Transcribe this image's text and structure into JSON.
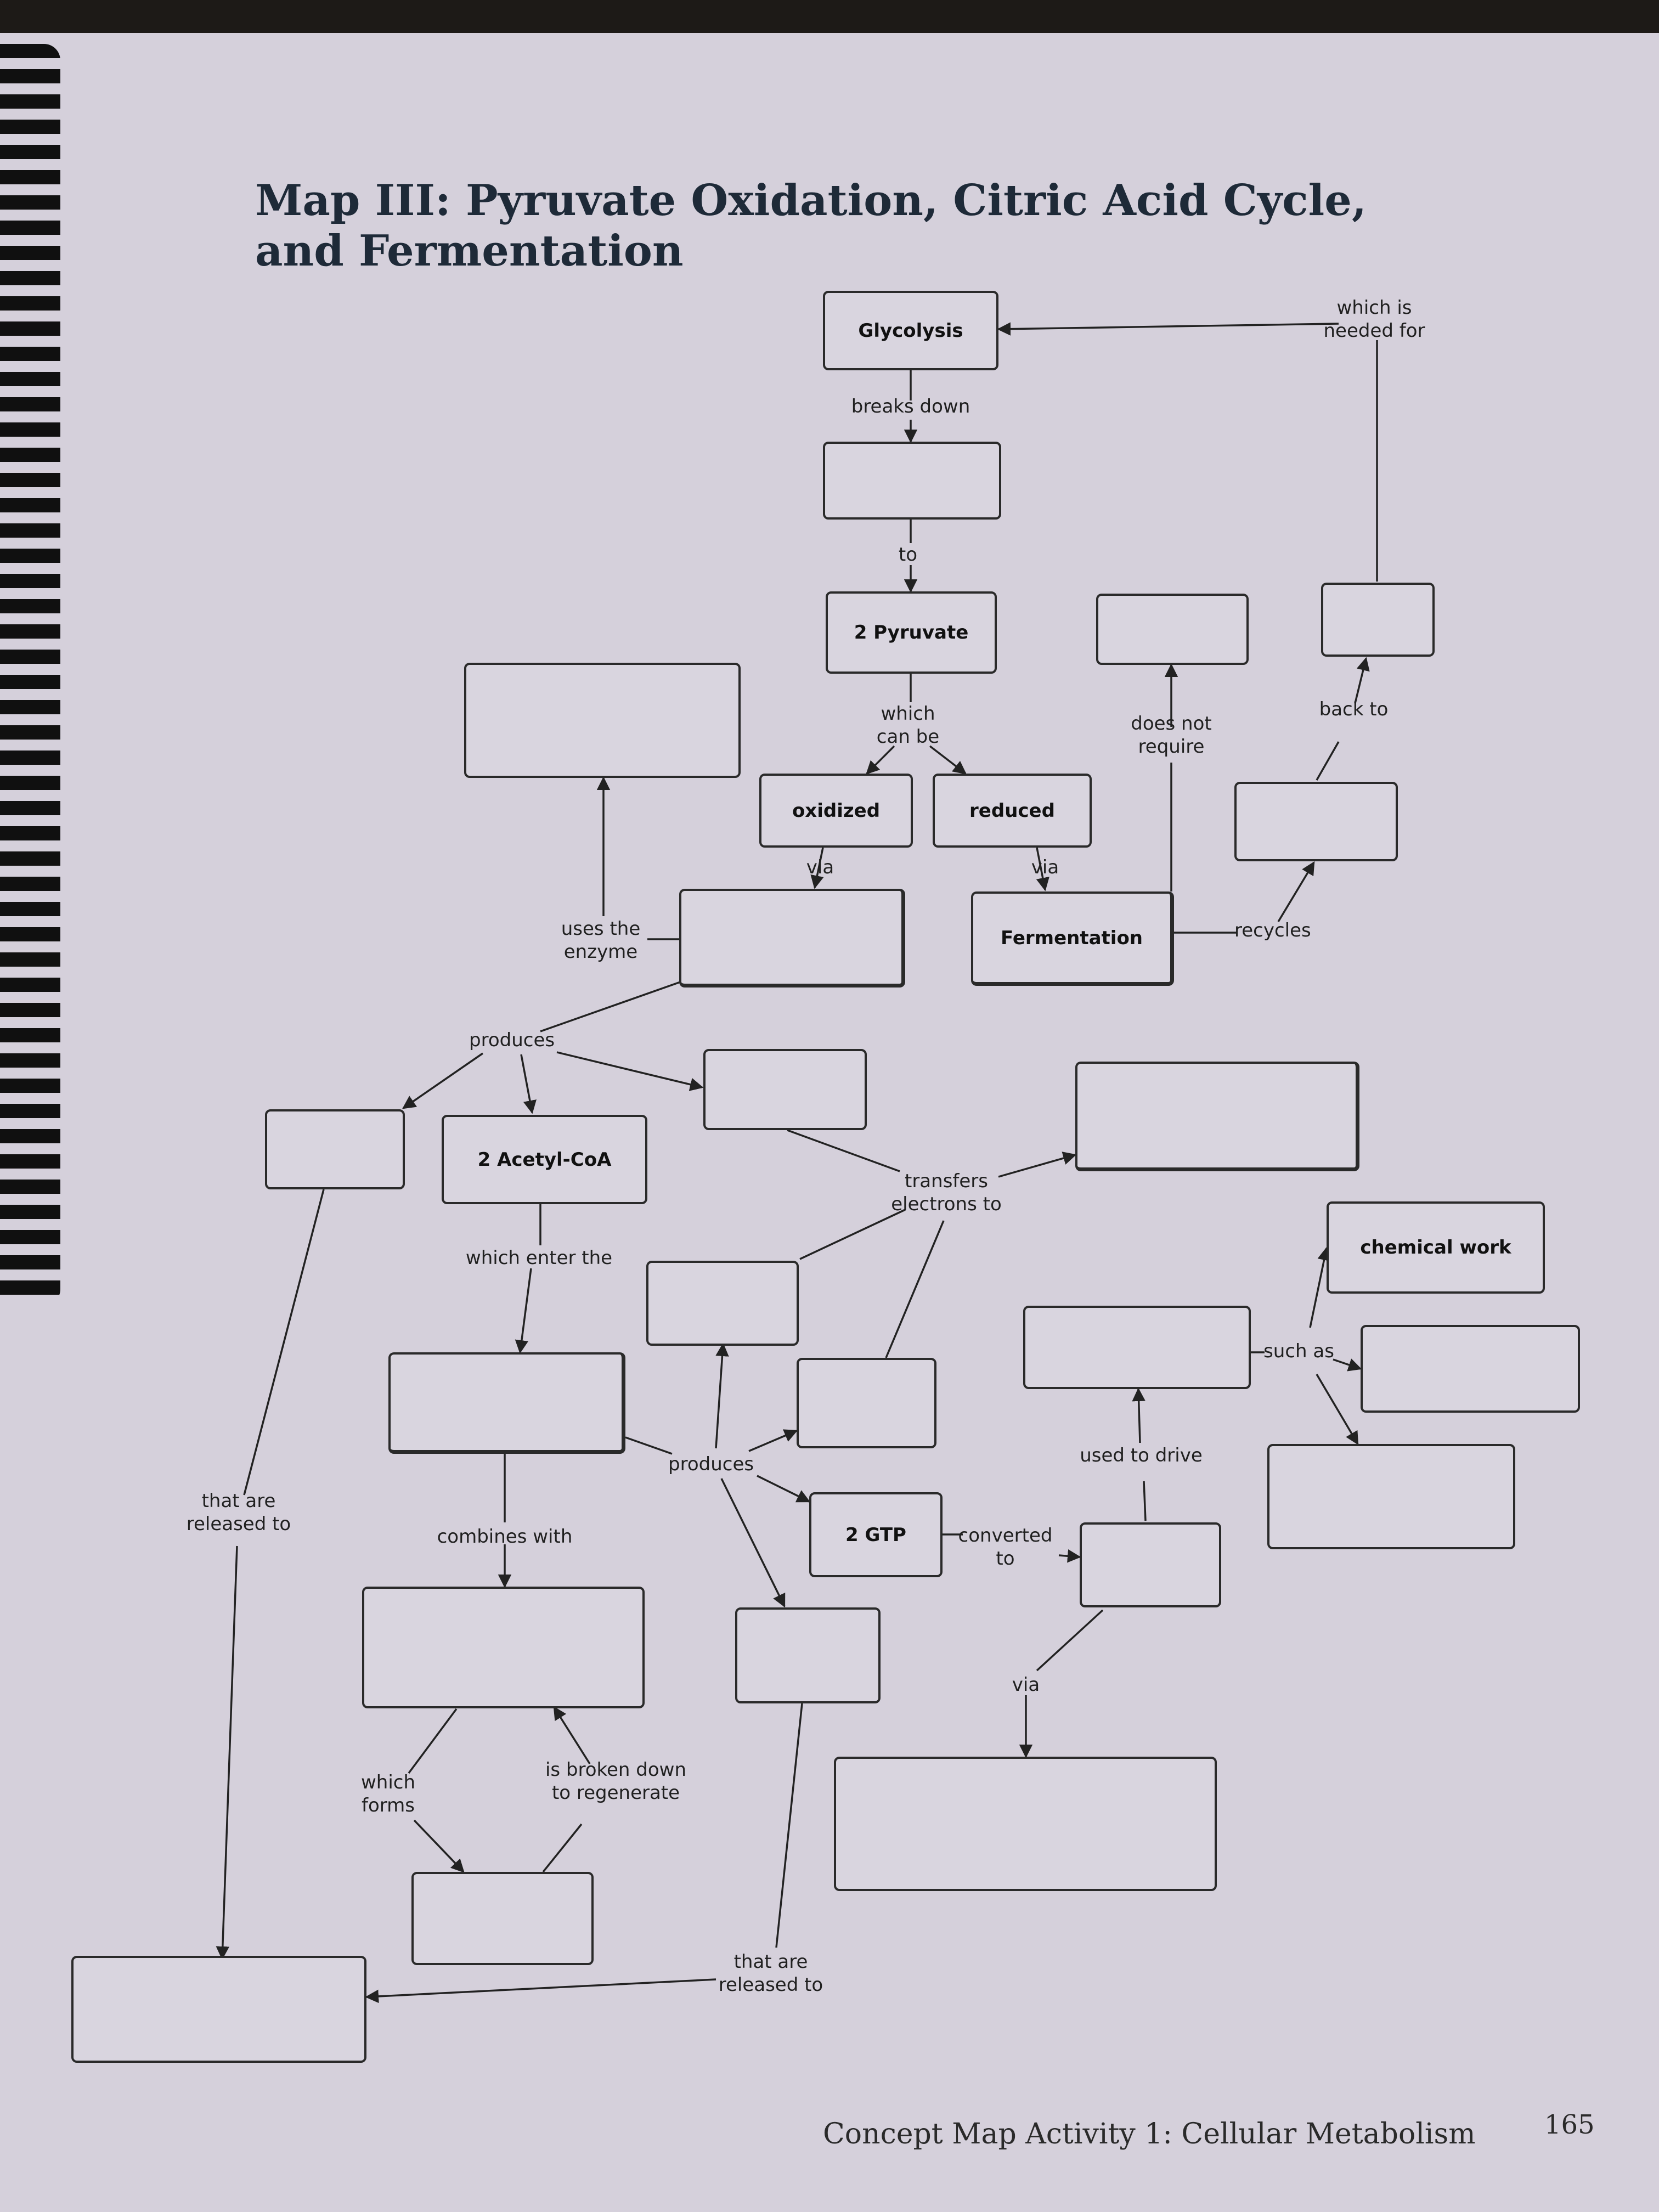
{
  "title": "Map III: Pyruvate Oxidation, Citric Acid Cycle, and Fermentation",
  "nodes": {
    "glycolysis": "Glycolysis",
    "pyruvate": "2  Pyruvate",
    "oxidized": "oxidized",
    "reduced": "reduced",
    "fermentation": "Fermentation",
    "acetyl_coa": "2  Acetyl-CoA",
    "gtp": "2 GTP",
    "chemical_work": "chemical work"
  },
  "links": {
    "which_is_needed_for": "which is\nneeded for",
    "breaks_down": "breaks down",
    "to": "to",
    "which_can_be": "which\ncan be",
    "does_not_require": "does not\nrequire",
    "back_to": "back to",
    "via_1": "via",
    "via_2": "via",
    "uses_the_enzyme": "uses the\nenzyme",
    "recycles": "recycles",
    "produces_1": "produces",
    "transfers_electrons_to": "transfers\nelectrons to",
    "which_enter_the": "which enter the",
    "such_as": "such as",
    "produces_2": "produces",
    "used_to_drive": "used to drive",
    "that_are_released_to_1": "that are\nreleased to",
    "combines_with": "combines with",
    "converted_to": "converted\nto",
    "via_3": "via",
    "which_forms": "which\nforms",
    "is_broken_down_to_regenerate": "is broken down\nto regenerate",
    "that_are_released_to_2": "that are\nreleased to"
  },
  "footer": "Concept Map Activity 1: Cellular Metabolism",
  "page_number": "165"
}
